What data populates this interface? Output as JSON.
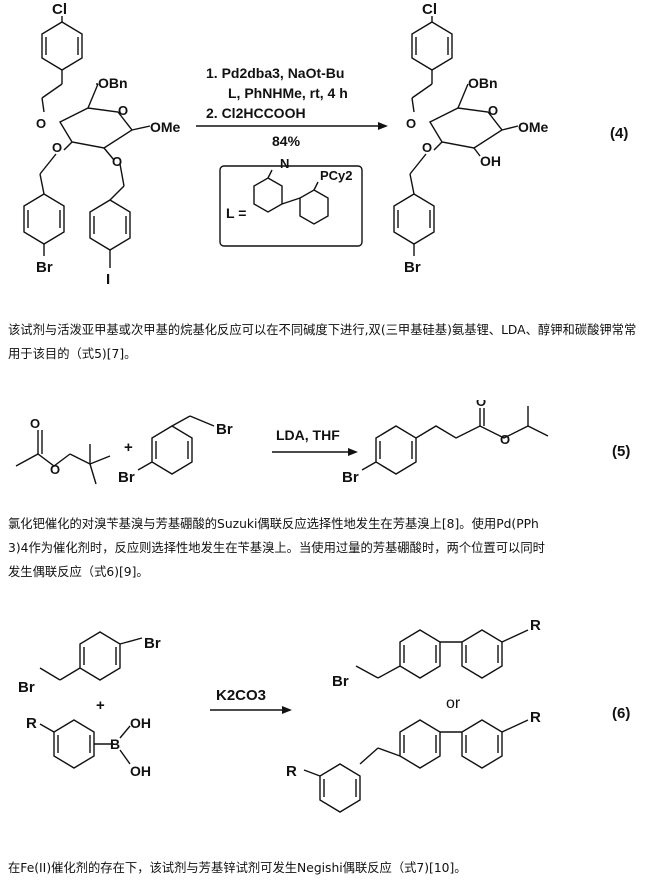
{
  "scheme4": {
    "atoms": {
      "cl": "Cl",
      "obn": "OBn",
      "ome_left": "OMe",
      "o_ring": "O",
      "o_link1": "O",
      "o_link2": "O",
      "o_link3": "O",
      "br": "Br",
      "i": "I",
      "cl_right": "Cl",
      "obn_right": "OBn",
      "ome_right": "OMe",
      "o_ring_right": "O",
      "o_link1_right": "O",
      "o_link2_right": "O",
      "oh_right": "OH",
      "br_right": "Br",
      "l_eq": "L =",
      "nme2_n": "N",
      "pcy2": "PCy2"
    },
    "conditions": {
      "line1": "1. Pd2dba3, NaOt-Bu",
      "line2": "L, PhNHMe, rt, 4 h",
      "line3": "2. Cl2HCCOOH",
      "yield": "84%"
    },
    "number": "(4)"
  },
  "para1": "该试剂与活泼亚甲基或次甲基的烷基化反应可以在不同碱度下进行,双(三甲基硅基)氨基锂、LDA、醇钾和碳酸钾常常用于该目的（式5)[7]。",
  "scheme5": {
    "atoms": {
      "o1": "O",
      "o2": "O",
      "br1": "Br",
      "br2": "Br",
      "br3": "Br",
      "o3": "O",
      "o4": "O",
      "plus": "+"
    },
    "conditions": "LDA, THF",
    "number": "(5)"
  },
  "para2": {
    "line1": "氯化钯催化的对溴苄基溴与芳基硼酸的Suzuki偶联反应选择性地发生在芳基溴上[8]。使用Pd(PPh",
    "line2": "3)4作为催化剂时，反应则选择性地发生在苄基溴上。当使用过量的芳基硼酸时，两个位置可以同时",
    "line3": "发生偶联反应（式6)[9]。"
  },
  "scheme6": {
    "atoms": {
      "br_a": "Br",
      "br_b": "Br",
      "plus": "+",
      "r1": "R",
      "b": "B",
      "oh1": "OH",
      "oh2": "OH",
      "br_c": "Br",
      "r2": "R",
      "or": "or",
      "r3": "R",
      "r4": "R"
    },
    "conditions": "K2CO3",
    "number": "(6)"
  },
  "para3": "在Fe(II)催化剂的存在下，该试剂与芳基锌试剂可发生Negishi偶联反应（式7)[10]。"
}
